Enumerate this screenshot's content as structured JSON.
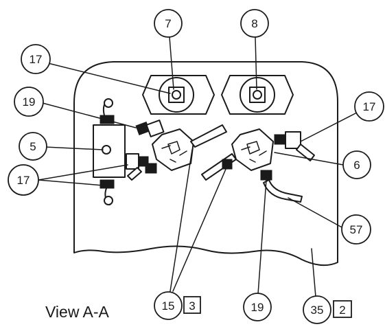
{
  "view_title": "View A-A",
  "callouts": {
    "c7": "7",
    "c8": "8",
    "c17_top": "17",
    "c17_right": "17",
    "c19_left": "19",
    "c5": "5",
    "c17_left": "17",
    "c6": "6",
    "c57": "57",
    "c15": "15",
    "c15_box": "3",
    "c19_bottom": "19",
    "c35": "35",
    "c35_box": "2"
  }
}
